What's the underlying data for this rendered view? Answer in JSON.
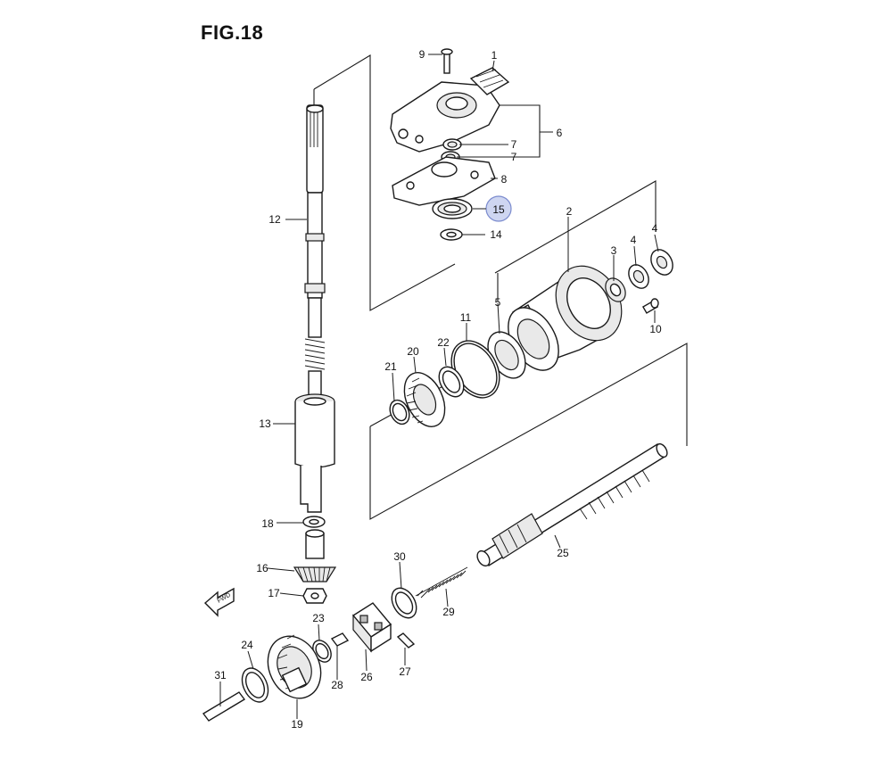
{
  "figure": {
    "title": "FIG.18",
    "footer": ""
  },
  "highlight": {
    "part": "15",
    "color": "#c9d2f0"
  },
  "labels": {
    "p1": "1",
    "p2": "2",
    "p3": "3",
    "p4a": "4",
    "p4b": "4",
    "p5": "5",
    "p6": "6",
    "p7a": "7",
    "p7b": "7",
    "p8": "8",
    "p9": "9",
    "p10": "10",
    "p11": "11",
    "p12": "12",
    "p13": "13",
    "p14": "14",
    "p15": "15",
    "p16": "16",
    "p17": "17",
    "p18": "18",
    "p19": "19",
    "p20": "20",
    "p21": "21",
    "p22": "22",
    "p23": "23",
    "p24": "24",
    "p25": "25",
    "p26": "26",
    "p27": "27",
    "p28": "28",
    "p29": "29",
    "p30": "30",
    "p31": "31"
  },
  "front_marker": "FWD"
}
